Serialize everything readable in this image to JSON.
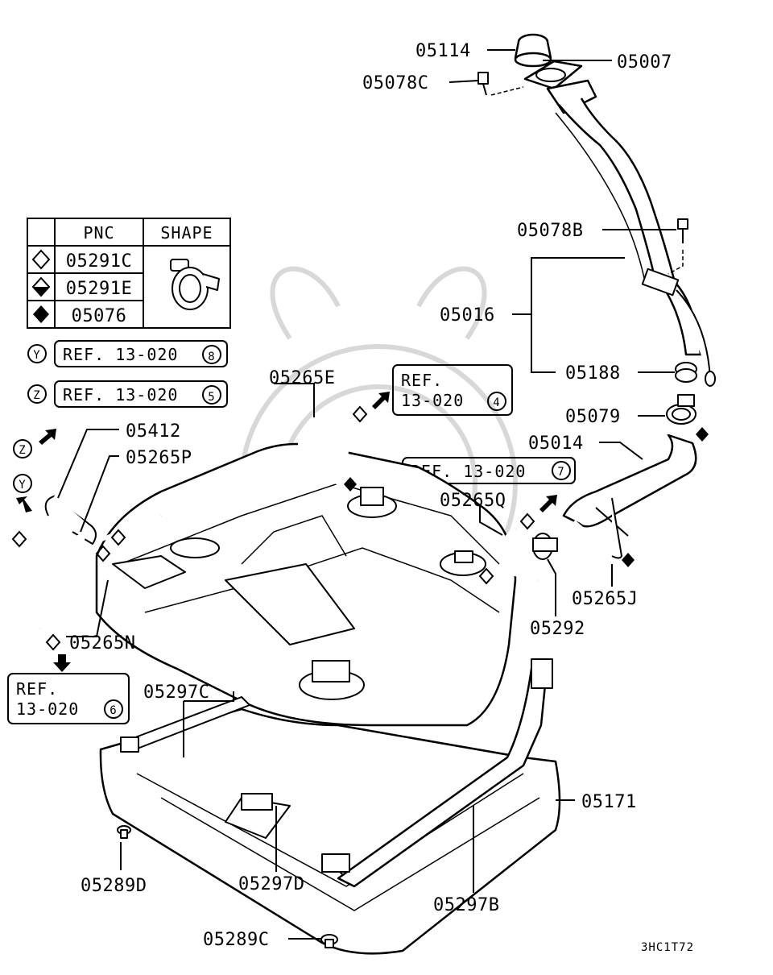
{
  "legend": {
    "headers": [
      "PNC",
      "SHAPE"
    ],
    "rows": [
      {
        "symbol": "diamond-outline",
        "pnc": "05291C"
      },
      {
        "symbol": "diamond-half",
        "pnc": "05291E"
      },
      {
        "symbol": "diamond-solid",
        "pnc": "05076"
      }
    ]
  },
  "refs": {
    "y": {
      "letter": "Y",
      "text": "REF. 13-020",
      "num": "8"
    },
    "z": {
      "letter": "Z",
      "text": "REF. 13-020",
      "num": "5"
    },
    "ref4": {
      "line1": "REF.",
      "line2": "13-020",
      "num": "4"
    },
    "ref7": {
      "text": "REF. 13-020",
      "num": "7"
    },
    "ref6": {
      "line1": "REF.",
      "line2": "13-020",
      "num": "6"
    }
  },
  "arrow_letters": {
    "z": "Z",
    "y": "Y"
  },
  "parts": {
    "p05114": "05114",
    "p05007": "05007",
    "p05078C": "05078C",
    "p05078B": "05078B",
    "p05016": "05016",
    "p05188": "05188",
    "p05079": "05079",
    "p05014": "05014",
    "p05265E": "05265E",
    "p05412": "05412",
    "p05265P": "05265P",
    "p05265Q": "05265Q",
    "p05265J": "05265J",
    "p05292": "05292",
    "p05265N": "05265N",
    "p05297C": "05297C",
    "p05171": "05171",
    "p05289D": "05289D",
    "p05297D": "05297D",
    "p05297B": "05297B",
    "p05289C": "05289C"
  },
  "figure_code": "3HC1T72"
}
